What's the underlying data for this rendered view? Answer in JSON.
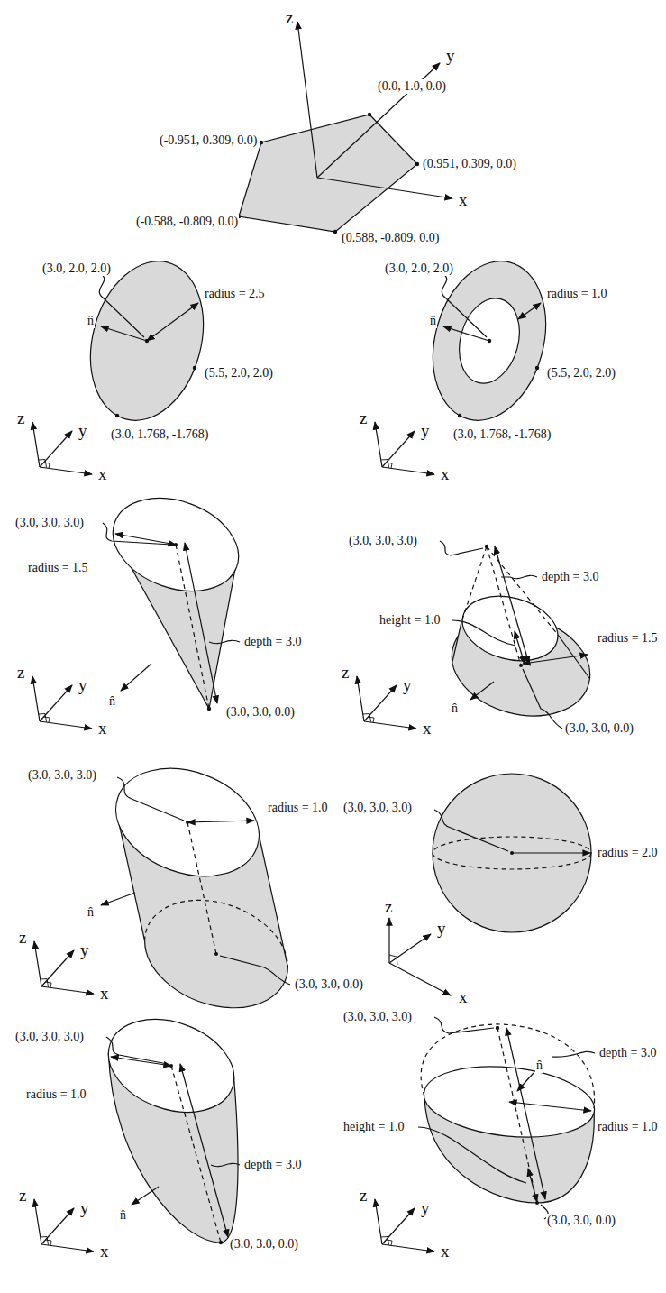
{
  "diagram": {
    "labels": [
      "z",
      "y",
      "(0.0, 1.0, 0.0)",
      "(-0.951, 0.309, 0.0)",
      "(0.951, 0.309, 0.0)",
      "x",
      "(-0.588, -0.809, 0.0)",
      "(0.588, -0.809, 0.0)",
      "(3.0, 2.0, 2.0)",
      "radius = 2.5",
      "n̂",
      "(5.5, 2.0, 2.0)",
      "z",
      "y",
      "(3.0, 1.768, -1.768)",
      "x",
      "(3.0, 2.0, 2.0)",
      "radius = 1.0",
      "n̂",
      "(5.5, 2.0, 2.0)",
      "z",
      "y",
      "(3.0, 1.768, -1.768)",
      "x",
      "(3.0, 3.0, 3.0)",
      "radius = 1.5",
      "depth = 3.0",
      "z",
      "y",
      "n̂",
      "(3.0, 3.0, 0.0)",
      "x",
      "(3.0, 3.0, 3.0)",
      "depth = 3.0",
      "height = 1.0",
      "radius = 1.5",
      "z",
      "y",
      "n̂",
      "(3.0, 3.0, 0.0)",
      "x",
      "(3.0, 3.0, 3.0)",
      "radius = 1.0",
      "n̂",
      "z",
      "y",
      "(3.0, 3.0, 0.0)",
      "x",
      "(3.0, 3.0, 3.0)",
      "radius = 2.0",
      "z",
      "y",
      "x",
      "(3.0, 3.0, 3.0)",
      "radius = 1.0",
      "depth = 3.0",
      "z",
      "y",
      "n̂",
      "(3.0, 3.0, 0.0)",
      "x",
      "(3.0, 3.0, 3.0)",
      "depth = 3.0",
      "n̂",
      "height = 1.0",
      "radius = 1.0",
      "z",
      "y",
      "(3.0, 3.0, 0.0)",
      "x"
    ]
  }
}
